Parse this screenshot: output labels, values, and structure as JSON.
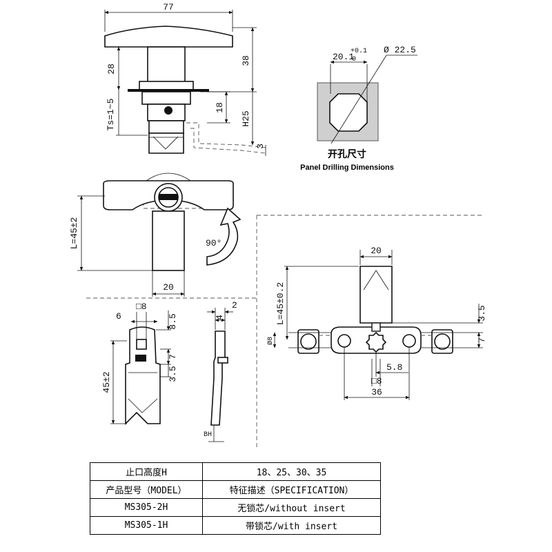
{
  "dimensions": {
    "d77": "77",
    "d38": "38",
    "d28": "28",
    "ts": "Ts=1~5",
    "d18_side": "18",
    "h25": "H25",
    "d3_side": "3",
    "d20_front": "20",
    "l45_front": "L=45±2",
    "angle": "90°",
    "sq8_left": "□8",
    "d6": "6",
    "d8_5": "8.5",
    "d7_left": "7",
    "d3_5_left": "3.5",
    "d45_left": "45±2",
    "d2": "2",
    "d4": "4",
    "bh": "BH",
    "d20_tee": "20",
    "l45_tee": "L=45±0.2",
    "d3_5_tee": "3.5",
    "d7_tee": "7",
    "phi8": "Ø8",
    "d5_8": "5.8",
    "sq8_tee": "□8",
    "d36": "36"
  },
  "panel": {
    "title_cn": "开孔尺寸",
    "title_en": "Panel Drilling Dimensions",
    "dim_main": "20.1",
    "dim_tol_up": "+0.1",
    "dim_tol_low": "0",
    "dia": "Ø 22.5"
  },
  "table": {
    "rows": [
      [
        "止口高度H",
        "18、25、30、35"
      ],
      [
        "产品型号（MODEL）",
        "特征描述（SPECIFICATION）"
      ],
      [
        "MS305-2H",
        "无锁芯/without insert"
      ],
      [
        "MS305-1H",
        "带锁芯/with insert"
      ]
    ]
  }
}
